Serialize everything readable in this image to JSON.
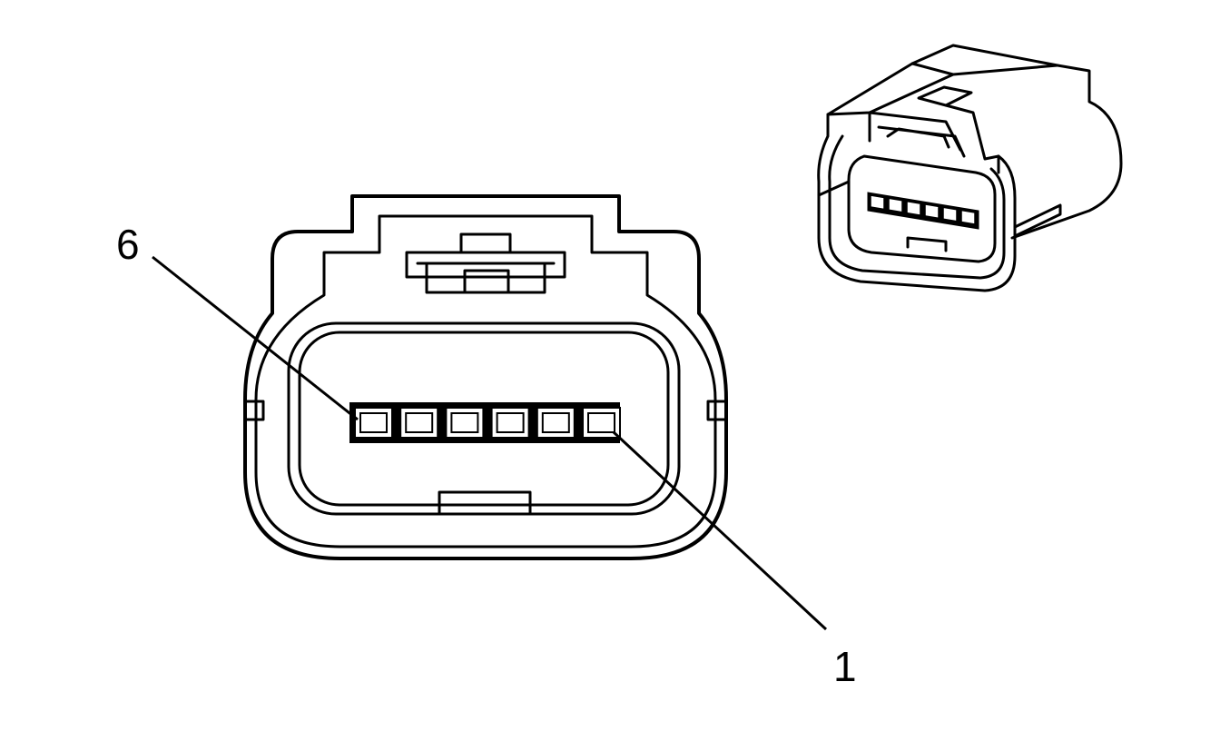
{
  "diagram": {
    "callouts": {
      "pin_6": "6",
      "pin_1": "1"
    },
    "pin_count": 6,
    "colors": {
      "line": "#000000",
      "background": "#ffffff",
      "cavity_fill": "#ffffff"
    },
    "icons": {
      "front_view": "connector-face-front-view",
      "iso_view": "connector-isometric-view"
    }
  }
}
